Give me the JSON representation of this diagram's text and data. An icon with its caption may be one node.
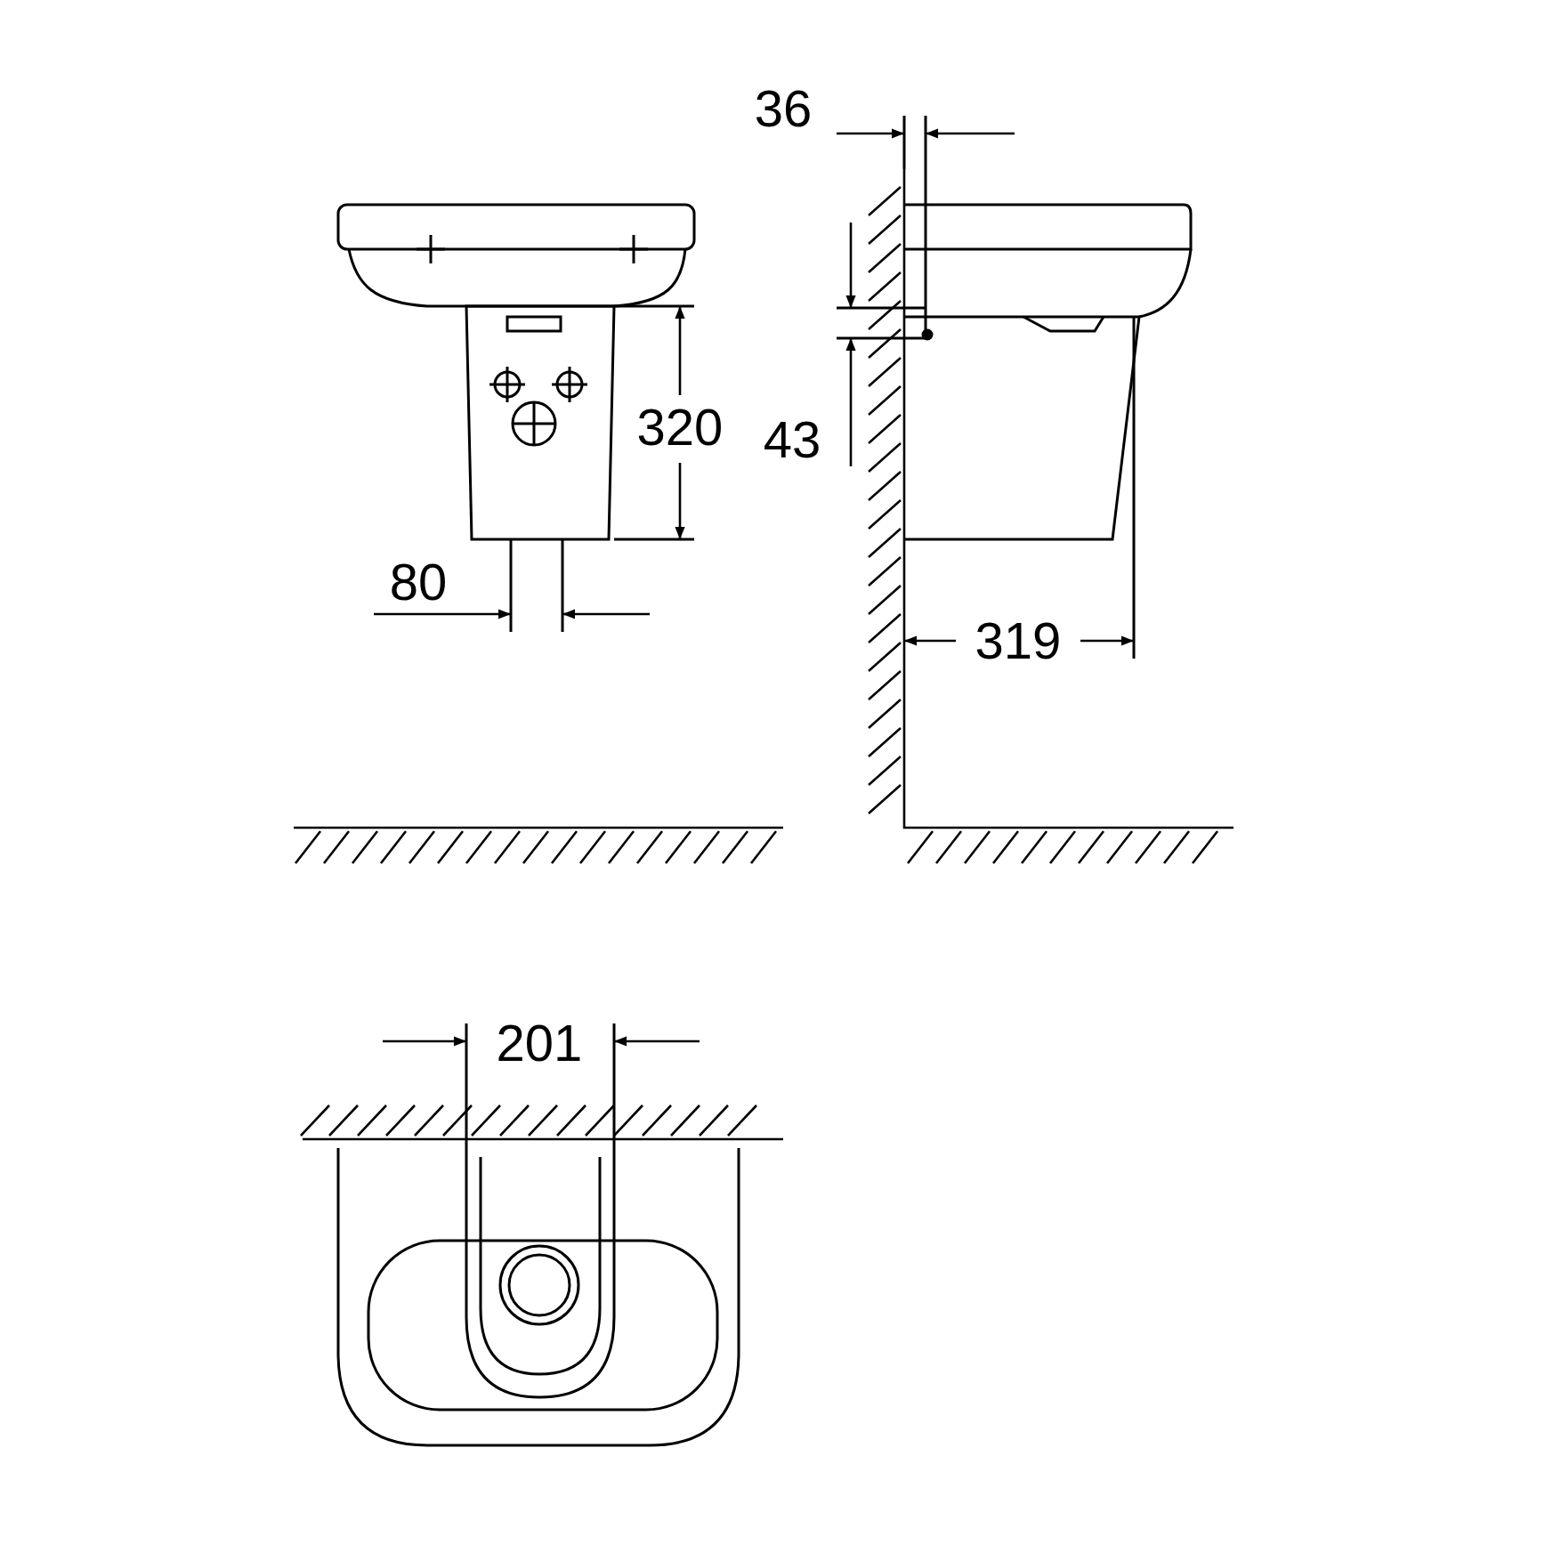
{
  "diagram": {
    "labels": [
      "36",
      "320",
      "43",
      "80",
      "319",
      "201"
    ]
  }
}
